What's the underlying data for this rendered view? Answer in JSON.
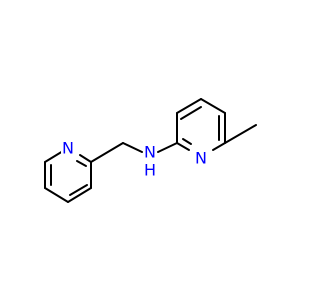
{
  "molecule": {
    "atoms": {
      "n_left_ring": {
        "symbol": "N",
        "color": "#0000FF"
      },
      "n_amine": {
        "symbol": "N",
        "color": "#0000FF"
      },
      "h_amine": {
        "symbol": "H",
        "color": "#0000FF"
      },
      "n_right_ring": {
        "symbol": "N",
        "color": "#0000FF"
      }
    },
    "bond_color": "#000000"
  }
}
